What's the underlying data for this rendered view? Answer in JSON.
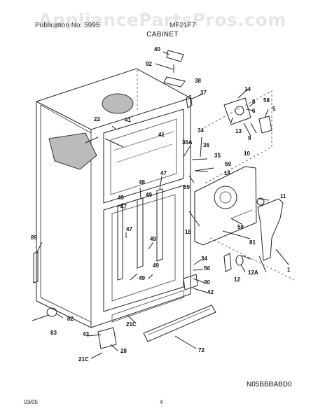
{
  "header": {
    "watermark": "AppliancePartsPros.com",
    "publication": "Publication No. 5995",
    "model": "MF21F7",
    "section": "CABINET"
  },
  "diagram": {
    "code": "N05BBBABD0",
    "labels": [
      "40",
      "92",
      "38",
      "37",
      "14",
      "58",
      "5",
      "8",
      "6",
      "13",
      "9",
      "22",
      "41",
      "41",
      "34",
      "36A",
      "36",
      "35",
      "10",
      "59",
      "18",
      "59",
      "47",
      "48",
      "49",
      "49",
      "47",
      "47",
      "49",
      "11",
      "18",
      "58",
      "89",
      "81",
      "34",
      "56",
      "12A",
      "12",
      "1",
      "30",
      "42",
      "49",
      "49",
      "82",
      "83",
      "43",
      "28",
      "21C",
      "72",
      "21C"
    ]
  },
  "footer": {
    "date": "03/05",
    "page": "4"
  }
}
